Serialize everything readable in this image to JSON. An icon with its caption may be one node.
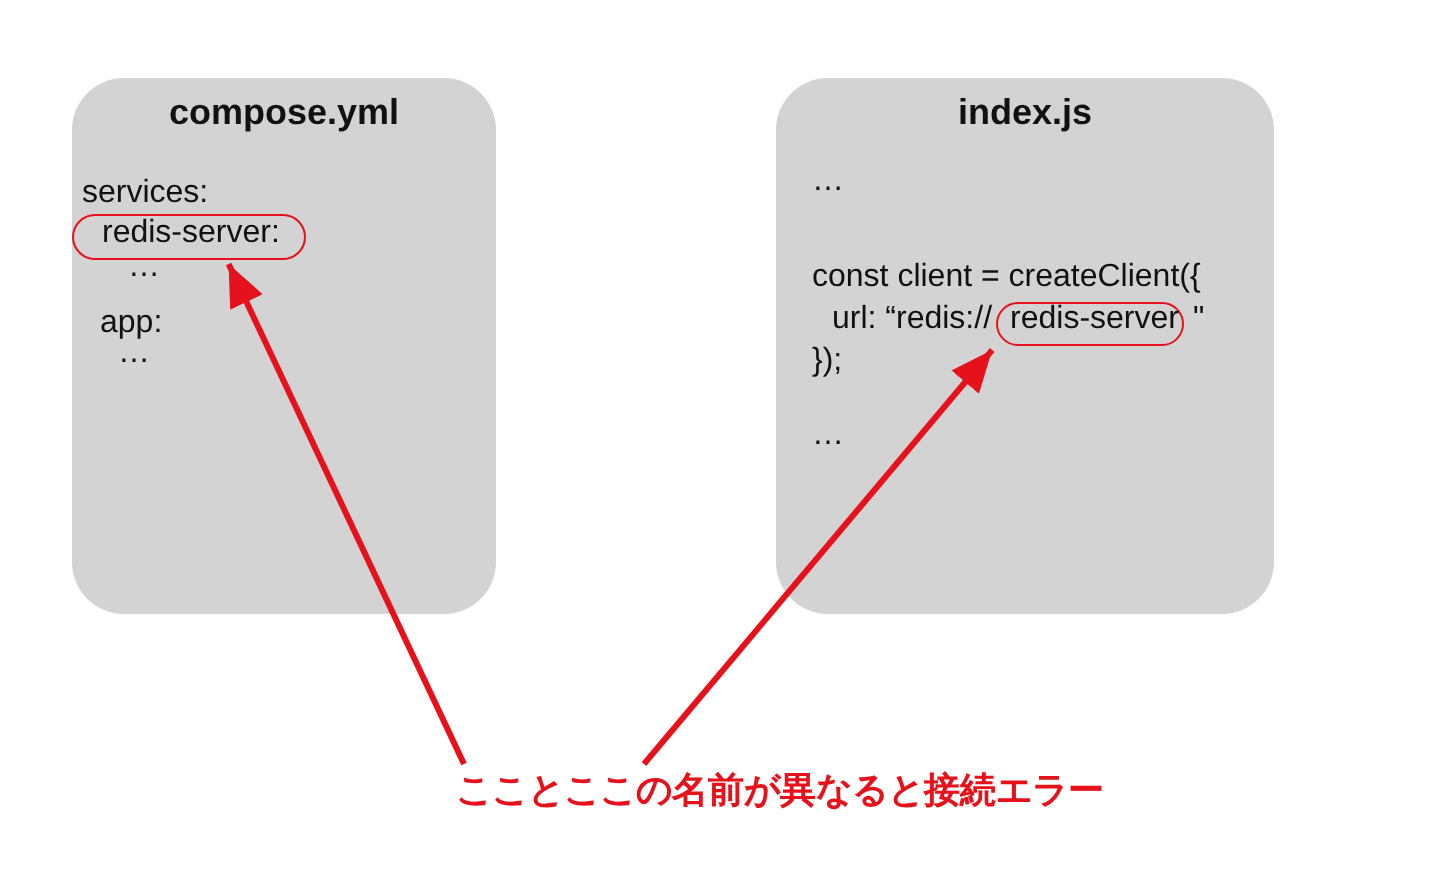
{
  "diagram": {
    "nodes": [
      {
        "text": [
          "compose.yml",
          "services:",
          "…",
          "app:",
          "…"
        ]
      },
      {
        "text": [
          "redis-server:"
        ],
        "in": 0
      },
      {
        "text": [
          "index.js",
          "…",
          "const client = createClient({",
          "url: “redis://",
          "\"",
          "});",
          "…"
        ]
      },
      {
        "text": [
          "redis-server"
        ],
        "in": 2
      },
      {
        "text": [
          "こことここの名前が異なると接続エラー"
        ]
      }
    ],
    "edges": [
      {
        "from": 4,
        "to": 1,
        "arrow": "to"
      },
      {
        "from": 4,
        "to": 3,
        "arrow": "to"
      }
    ]
  }
}
